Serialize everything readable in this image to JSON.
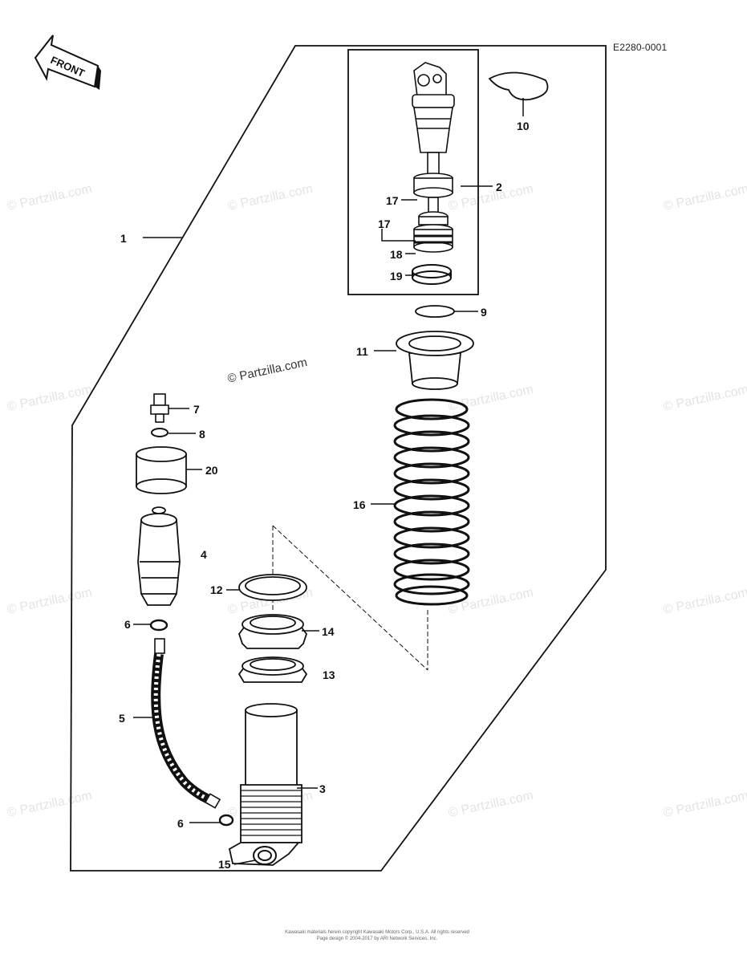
{
  "diagram_code": "E2280-0001",
  "front_label": "FRONT",
  "copyright_overlay": "© Partzilla.com",
  "watermark_text": "© Partzilla.com",
  "footer": {
    "line1": "Kawasaki materials herein copyright Kawasaki Motors Corp., U.S.A. All rights reserved",
    "line2": "Page design © 2004-2017 by ARI Network Services, Inc."
  },
  "callouts": {
    "c1": "1",
    "c2": "2",
    "c3": "3",
    "c4": "4",
    "c5": "5",
    "c6a": "6",
    "c6b": "6",
    "c7": "7",
    "c8": "8",
    "c9": "9",
    "c10": "10",
    "c11": "11",
    "c12": "12",
    "c13": "13",
    "c14": "14",
    "c15": "15",
    "c16": "16",
    "c17a": "17",
    "c17b": "17",
    "c18": "18",
    "c19": "19",
    "c20": "20"
  },
  "colors": {
    "line": "#111111",
    "watermark": "#e4e4e4",
    "background": "#ffffff"
  }
}
